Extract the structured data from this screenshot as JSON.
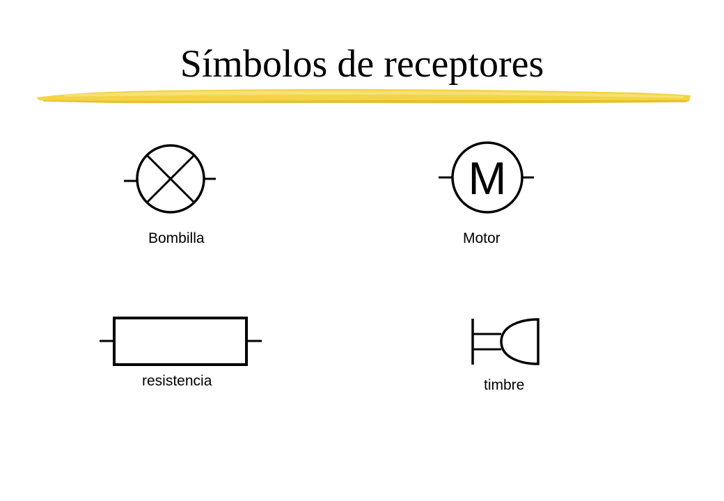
{
  "slide": {
    "title": "Símbolos de receptores",
    "accent_color": "#F2D23A"
  },
  "symbols": [
    {
      "label": "Bombilla",
      "icon": "lamp-icon"
    },
    {
      "label": "Motor",
      "icon": "motor-icon",
      "glyph": "M"
    },
    {
      "label": "resistencia",
      "icon": "resistor-icon"
    },
    {
      "label": "timbre",
      "icon": "bell-icon"
    }
  ]
}
